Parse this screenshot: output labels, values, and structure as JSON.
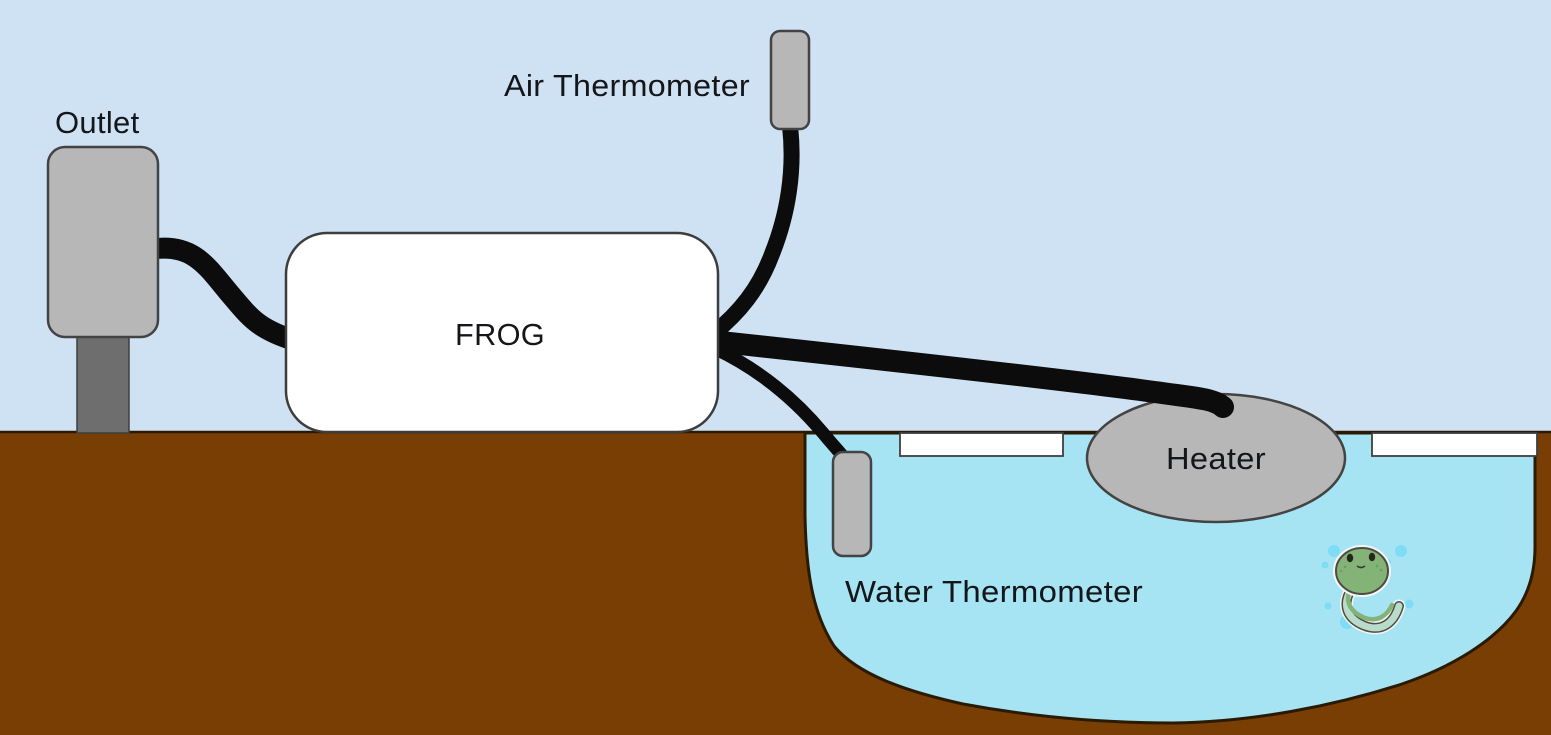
{
  "diagram": {
    "labels": {
      "outlet": "Outlet",
      "air_thermometer": "Air Thermometer",
      "frog": "FROG",
      "heater": "Heater",
      "water_thermometer": "Water Thermometer"
    }
  },
  "colors": {
    "sky": "#cfe2f3",
    "ground": "#783e04",
    "water": "#a6e4f4",
    "pond_edge": "#2a1903",
    "device_gray": "#b7b7b7",
    "device_outline": "#434343",
    "post_gray": "#6e6e6e",
    "cable": "#0c0c0c",
    "frog_box": "#ffffff",
    "surface_marker": "#ffffff",
    "label_text": "#14161a",
    "tadpole_green": "#83b377",
    "tadpole_tail_light": "#b9dcca",
    "tadpole_outline": "#4c4c45",
    "bubble": "#7edcf5"
  }
}
